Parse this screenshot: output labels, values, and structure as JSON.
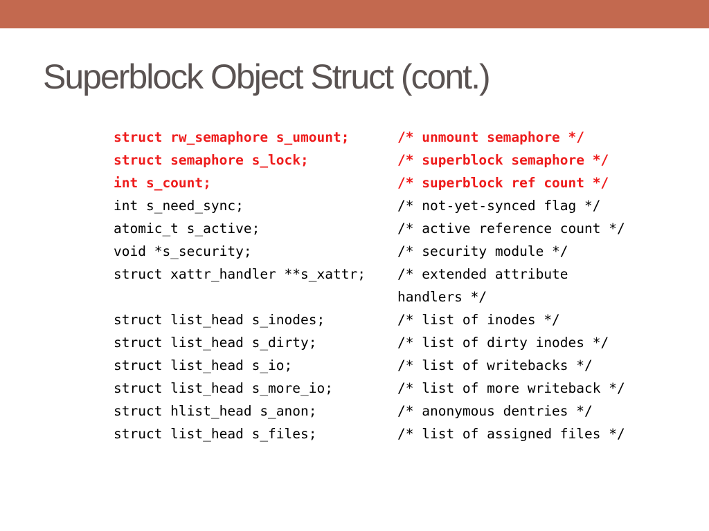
{
  "theme": {
    "bar_color": "#c3694f",
    "title_color": "#5a5352",
    "highlight_color": "#ee1c1c",
    "text_color": "#000000"
  },
  "slide": {
    "title": "Superblock Object Struct (cont.)"
  },
  "code": {
    "rows": [
      {
        "decl": "struct rw_semaphore s_umount;",
        "comment": "/* unmount semaphore */",
        "highlight": true
      },
      {
        "decl": "struct semaphore s_lock;",
        "comment": "/* superblock semaphore */",
        "highlight": true
      },
      {
        "decl": "int s_count;",
        "comment": "/* superblock ref count */",
        "highlight": true
      },
      {
        "decl": "int s_need_sync;",
        "comment": "/* not-yet-synced flag */",
        "highlight": false
      },
      {
        "decl": "atomic_t s_active;",
        "comment": "/* active reference count */",
        "highlight": false
      },
      {
        "decl": "void *s_security;",
        "comment": "/* security module */",
        "highlight": false
      },
      {
        "decl": "struct xattr_handler **s_xattr;",
        "comment": "/* extended attribute",
        "highlight": false
      },
      {
        "decl": "",
        "comment": "handlers */",
        "highlight": false
      },
      {
        "decl": "struct list_head s_inodes;",
        "comment": "/* list of inodes */",
        "highlight": false
      },
      {
        "decl": "struct list_head s_dirty;",
        "comment": "/* list of dirty inodes */",
        "highlight": false
      },
      {
        "decl": "struct list_head s_io;",
        "comment": "/* list of writebacks */",
        "highlight": false
      },
      {
        "decl": "struct list_head s_more_io;",
        "comment": "/* list of more writeback */",
        "highlight": false
      },
      {
        "decl": "struct hlist_head s_anon;",
        "comment": "/* anonymous dentries */",
        "highlight": false
      },
      {
        "decl": "struct list_head s_files;",
        "comment": "/* list of assigned files */",
        "highlight": false
      }
    ]
  }
}
